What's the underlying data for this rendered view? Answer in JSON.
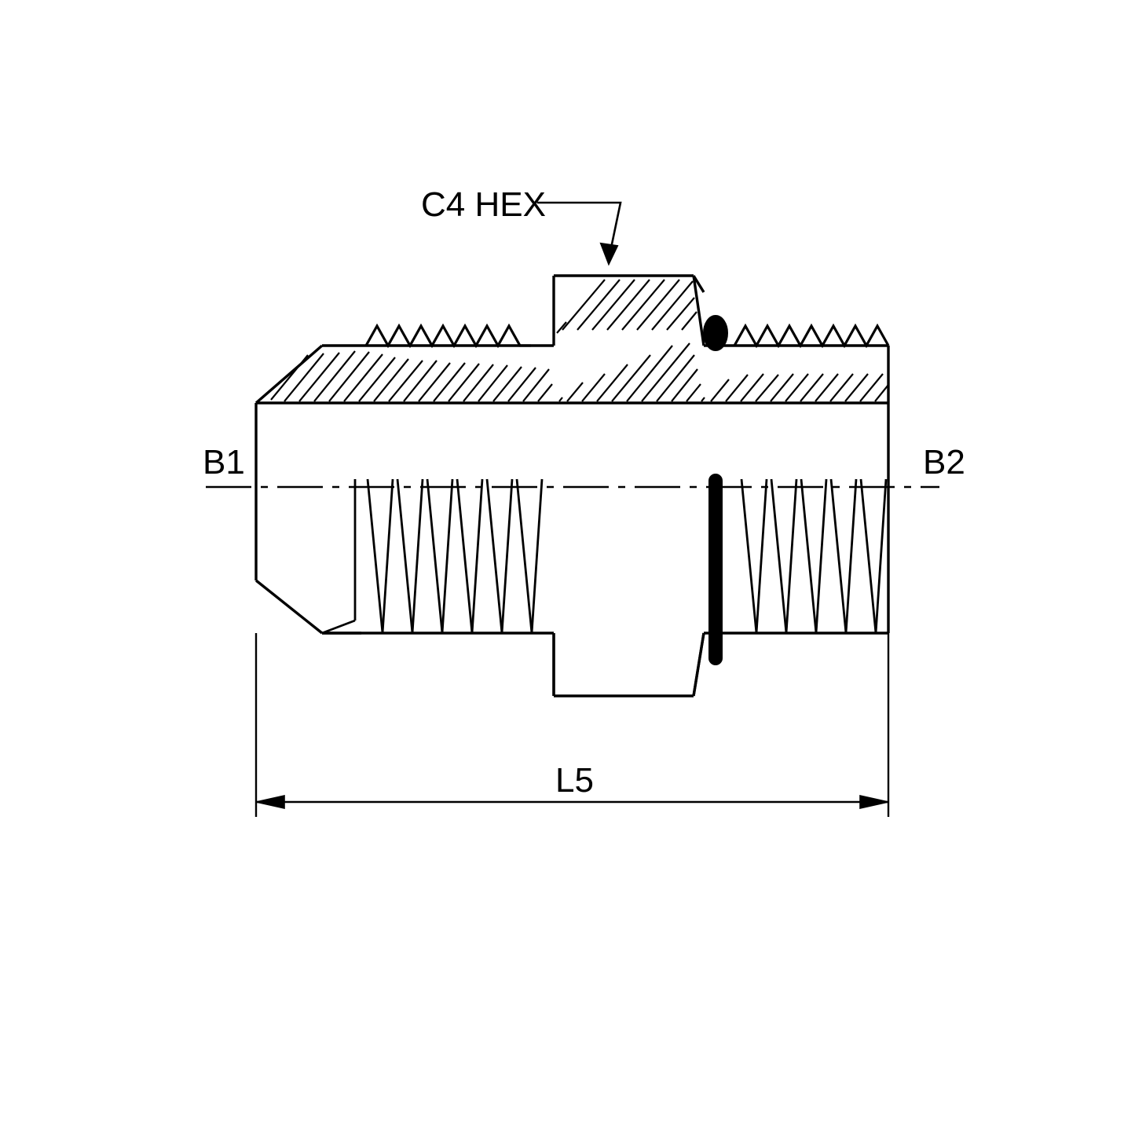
{
  "drawing": {
    "title": "hydraulic-adapter-fitting-cross-section",
    "background_color": "#ffffff",
    "line_color": "#000000",
    "labels": {
      "hex_callout": "C4 HEX",
      "left_thread": "B1",
      "right_thread": "B2",
      "overall_length": "L5"
    },
    "dimensions": {
      "L5": {
        "label": "L5",
        "type": "linear-dimension",
        "orientation": "horizontal"
      },
      "B1": {
        "label": "B1",
        "type": "centerline-callout",
        "side": "left"
      },
      "B2": {
        "label": "B2",
        "type": "centerline-callout",
        "side": "right"
      },
      "C4": {
        "label": "C4 HEX",
        "type": "leader-callout",
        "side": "top"
      }
    }
  }
}
